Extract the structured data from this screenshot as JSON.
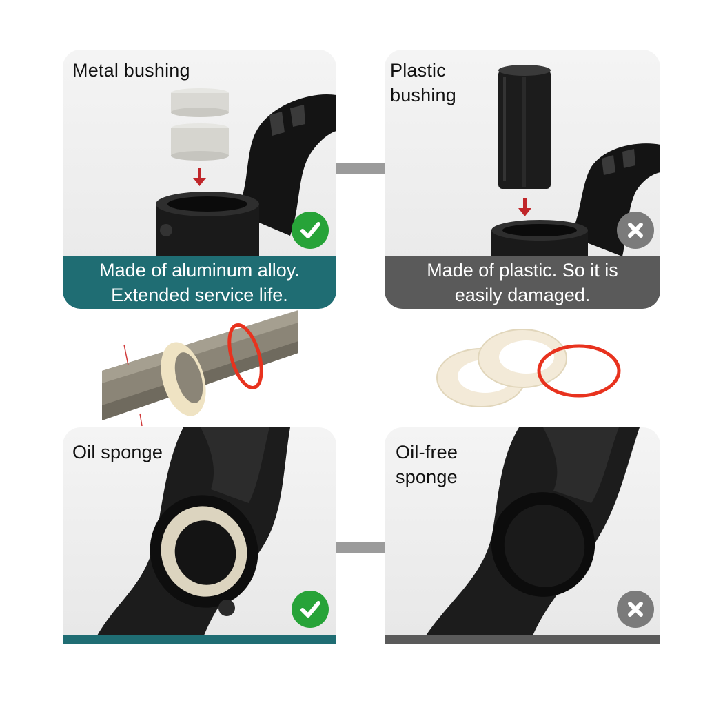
{
  "colors": {
    "good": "#1f6d73",
    "bad": "#5a5a5a",
    "check_badge": "#27a338",
    "x_badge": "#7b7b7b",
    "red_ring": "#e8321e",
    "foam": "#f3ead8"
  },
  "panels": [
    {
      "label": "Metal bushing",
      "banner": "Made of aluminum alloy.\nExtended service life.",
      "badge": "check-icon",
      "status": "good"
    },
    {
      "label": "Plastic\nbushing",
      "banner": "Made of plastic. So it is\neasily damaged.",
      "badge": "x-icon",
      "status": "bad"
    },
    {
      "label": "Oil sponge",
      "badge": "check-icon",
      "status": "good"
    },
    {
      "label": "Oil-free\nsponge",
      "badge": "x-icon",
      "status": "bad"
    }
  ]
}
